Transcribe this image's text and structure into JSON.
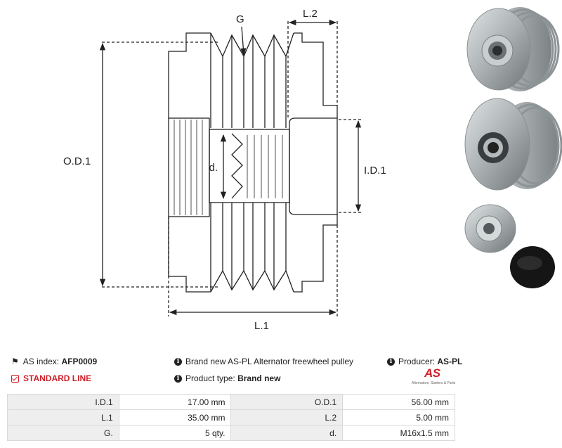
{
  "drawing": {
    "labels": {
      "groove": "G",
      "length2": "L.2",
      "outer_diameter": "O.D.1",
      "inner_diameter": "I.D.1",
      "thread": "d.",
      "length1": "L.1"
    }
  },
  "photos": {
    "colors": {
      "metal": "#b7bdbf",
      "metal_dark": "#7c8385",
      "bearing": "#3a3d3f",
      "cap": "#151515"
    }
  },
  "info": {
    "as_index_label": "AS index:",
    "as_index_value": "AFP0009",
    "description": "Brand new AS-PL Alternator freewheel pulley",
    "producer_label": "Producer:",
    "producer_value": "AS-PL",
    "line": "STANDARD LINE",
    "product_type_label": "Product type:",
    "product_type_value": "Brand new",
    "logo_mark": "AS",
    "logo_tagline": "Alternators, Starters & Parts",
    "accent_color": "#d0202a"
  },
  "specs": [
    {
      "l1": "I.D.1",
      "v1": "17.00 mm",
      "l2": "O.D.1",
      "v2": "56.00 mm"
    },
    {
      "l1": "L.1",
      "v1": "35.00 mm",
      "l2": "L.2",
      "v2": "5.00 mm"
    },
    {
      "l1": "G.",
      "v1": "5 qty.",
      "l2": "d.",
      "v2": "M16x1.5 mm"
    }
  ]
}
